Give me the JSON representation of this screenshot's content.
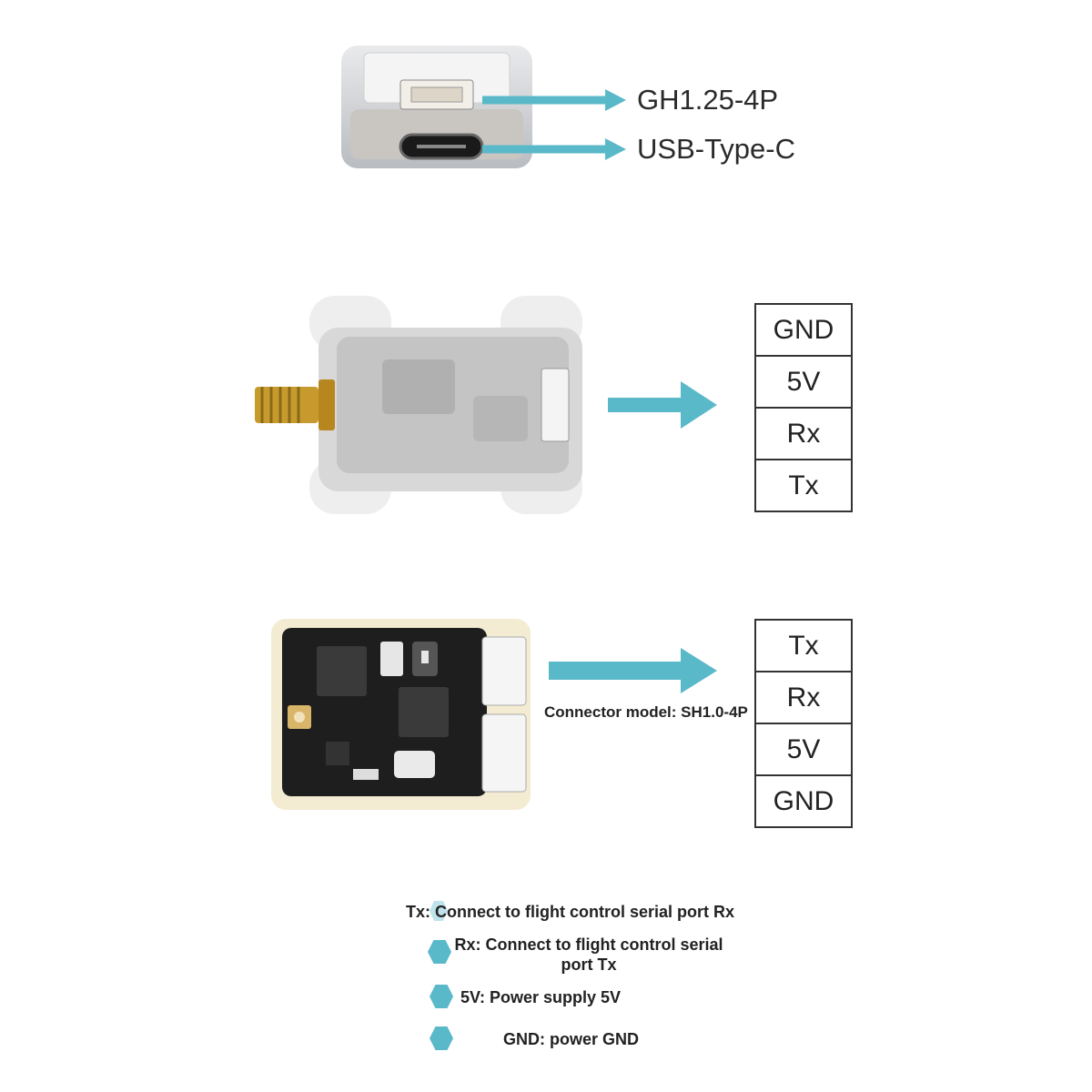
{
  "top_section": {
    "labels": [
      "GH1.25-4P",
      "USB-Type-C"
    ]
  },
  "middle_section": {
    "pins": [
      "GND",
      "5V",
      "Rx",
      "Tx"
    ]
  },
  "bottom_section": {
    "pins": [
      "Tx",
      "Rx",
      "5V",
      "GND"
    ],
    "connector_note": "Connector model: SH1.0-4P"
  },
  "notes": [
    "Tx: Connect to flight control serial port Rx",
    "Rx: Connect to flight control serial port Tx",
    "5V: Power supply 5V",
    "GND: power GND"
  ],
  "colors": {
    "accent": "#5ab9c9",
    "pcb": "#1e1e1e",
    "border": "#333333"
  }
}
